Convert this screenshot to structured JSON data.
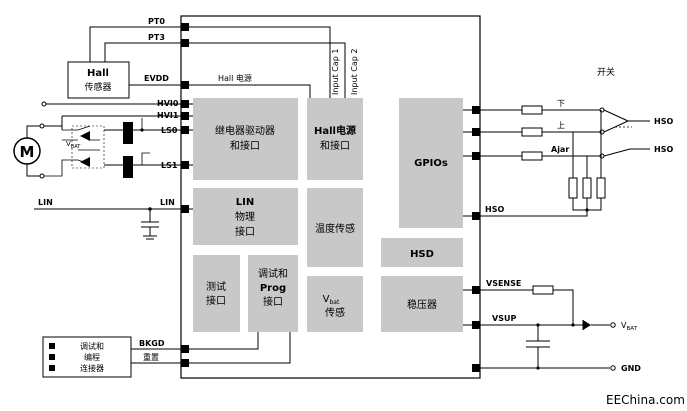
{
  "diagram": {
    "top_pins": {
      "pt0": "PT0",
      "pt3": "PT3",
      "evdd": "EVDD",
      "hall_power": "Hall 电源",
      "input_cap1": "Input Cap 1",
      "input_cap2": "Input Cap 2"
    },
    "hall_sensor": {
      "line1": "Hall",
      "line2": "传感器"
    },
    "left_pins": {
      "hvi0": "HVI0",
      "hvi1": "HVI1",
      "ls0": "LS0",
      "ls1": "LS1",
      "lin_chip": "LIN",
      "lin_ext": "LIN",
      "bkgd": "BKGD",
      "reset": "重置"
    },
    "motor": {
      "symbol": "M",
      "vbat": "V",
      "vbat_sub": "BAT"
    },
    "blocks": {
      "relay": {
        "line1": "继电器驱动器",
        "line2": "和接口"
      },
      "hall": {
        "line1": "Hall电源",
        "line2": "和接口"
      },
      "gpios": {
        "label": "GPIOs"
      },
      "lin": {
        "line1": "LIN",
        "line2": "物理",
        "line3": "接口"
      },
      "temp": {
        "label": "温度传感"
      },
      "test": {
        "line1": "测试",
        "line2": "接口"
      },
      "debug": {
        "line1": "调试和",
        "line2": "Prog",
        "line3": "接口"
      },
      "vbat": {
        "main": "V",
        "sub": "bat",
        "line2": "传感"
      },
      "hsd": {
        "label": "HSD"
      },
      "reg": {
        "label": "稳压器"
      }
    },
    "connector": {
      "line1": "调试和",
      "line2": "编程",
      "line3": "连接器"
    },
    "right_pins": {
      "hso_pin": "HSO",
      "vsense": "VSENSE",
      "vsup": "VSUP",
      "vbat": "V",
      "vbat_sub": "BAT",
      "gnd": "GND"
    },
    "switches": {
      "title": "开关",
      "down": "下",
      "up": "上",
      "ajar": "Ajar",
      "hso1": "HSO",
      "hso2": "HSO"
    },
    "watermark": "EEChina.com"
  }
}
